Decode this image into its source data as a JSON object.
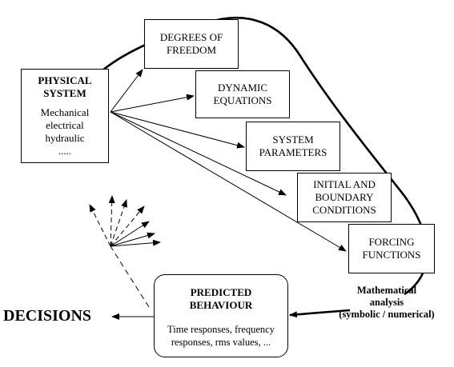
{
  "physical_system": {
    "title_line1": "PHYSICAL",
    "title_line2": "SYSTEM",
    "items": [
      "Mechanical",
      "electrical",
      "hydraulic",
      "....."
    ]
  },
  "steps": [
    {
      "line1": "DEGREES OF",
      "line2": "FREEDOM"
    },
    {
      "line1": "DYNAMIC",
      "line2": "EQUATIONS"
    },
    {
      "line1": "SYSTEM",
      "line2": "PARAMETERS"
    },
    {
      "line1": "INITIAL AND",
      "line2": "BOUNDARY",
      "line3": "CONDITIONS"
    },
    {
      "line1": "FORCING",
      "line2": "FUNCTIONS"
    }
  ],
  "analysis": {
    "line1": "Mathematical",
    "line2": "analysis",
    "line3": "(symbolic / numerical)"
  },
  "predicted": {
    "title_line1": "PREDICTED",
    "title_line2": "BEHAVIOUR",
    "body_line1": "Time responses, frequency",
    "body_line2": "responses, rms values, ..."
  },
  "decisions": "DECISIONS"
}
